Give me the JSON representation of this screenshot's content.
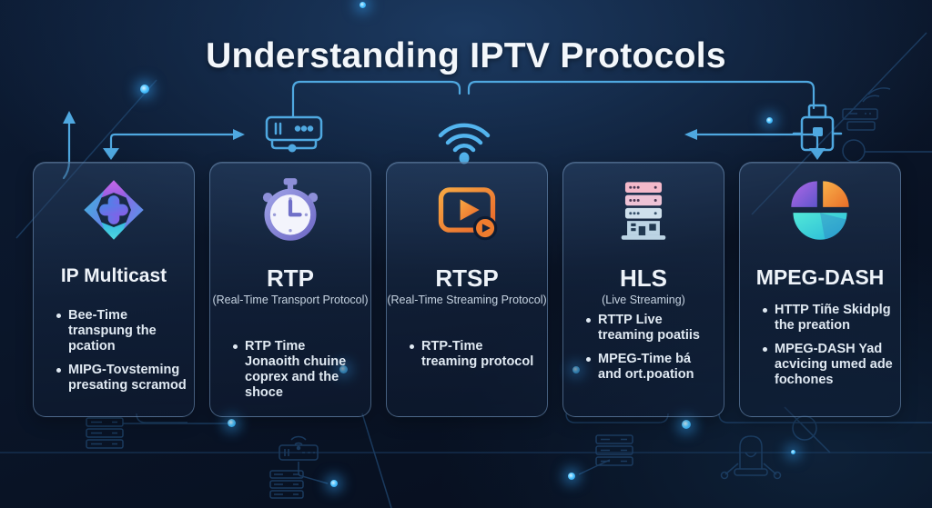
{
  "title": "Understanding IPTV Protocols",
  "colors": {
    "background": "#0a1528",
    "card_border": "#7aa2c8",
    "accent_blue": "#4fa8e0",
    "glow_cyan": "#3fc2ff",
    "orange": "#ef7c2e",
    "purple": "#8e5ce2",
    "teal": "#35cfd8",
    "pink": "#f4b9ca",
    "title_text": "#f3f7fb"
  },
  "flow": {
    "icons": [
      "media-box-icon",
      "wifi-icon",
      "receiver-icon"
    ],
    "arrows": [
      "up-arrow",
      "down-arrow-into-card-1",
      "right-arrow-to-media-box",
      "left-arrow-from-receiver",
      "down-arrow-into-card-5"
    ]
  },
  "cards": [
    {
      "id": "ip-multicast",
      "icon": "multicast-icon",
      "title": "IP Multicast",
      "bullets": [
        "Bee-Time transpung the pcation",
        "MIPG-Tovsteming presating scramod"
      ]
    },
    {
      "id": "rtp",
      "icon": "stopwatch-icon",
      "title": "RTP",
      "subtitle": "(Real-Time Transport Protocol)",
      "bullets": [
        "RTP Time Jonaoith chuine coprex and the shoce"
      ]
    },
    {
      "id": "rtsp",
      "icon": "video-play-icon",
      "title": "RTSP",
      "subtitle": "(Real-Time Streaming Protocol)",
      "bullets": [
        "RTP-Time treaming protocol"
      ]
    },
    {
      "id": "hls",
      "icon": "server-stack-icon",
      "title": "HLS",
      "subtitle": "(Live Streaming)",
      "bullets": [
        "RTTP Live treaming poatiis",
        "MPEG-Time bá and ort.poation"
      ]
    },
    {
      "id": "mpeg-dash",
      "icon": "pie-chart-icon",
      "title": "MPEG-DASH",
      "bullets": [
        "HTTP Tiñe Skidplg the preation",
        "MPEG-DASH Yad acvicing umed ade fochones"
      ]
    }
  ]
}
